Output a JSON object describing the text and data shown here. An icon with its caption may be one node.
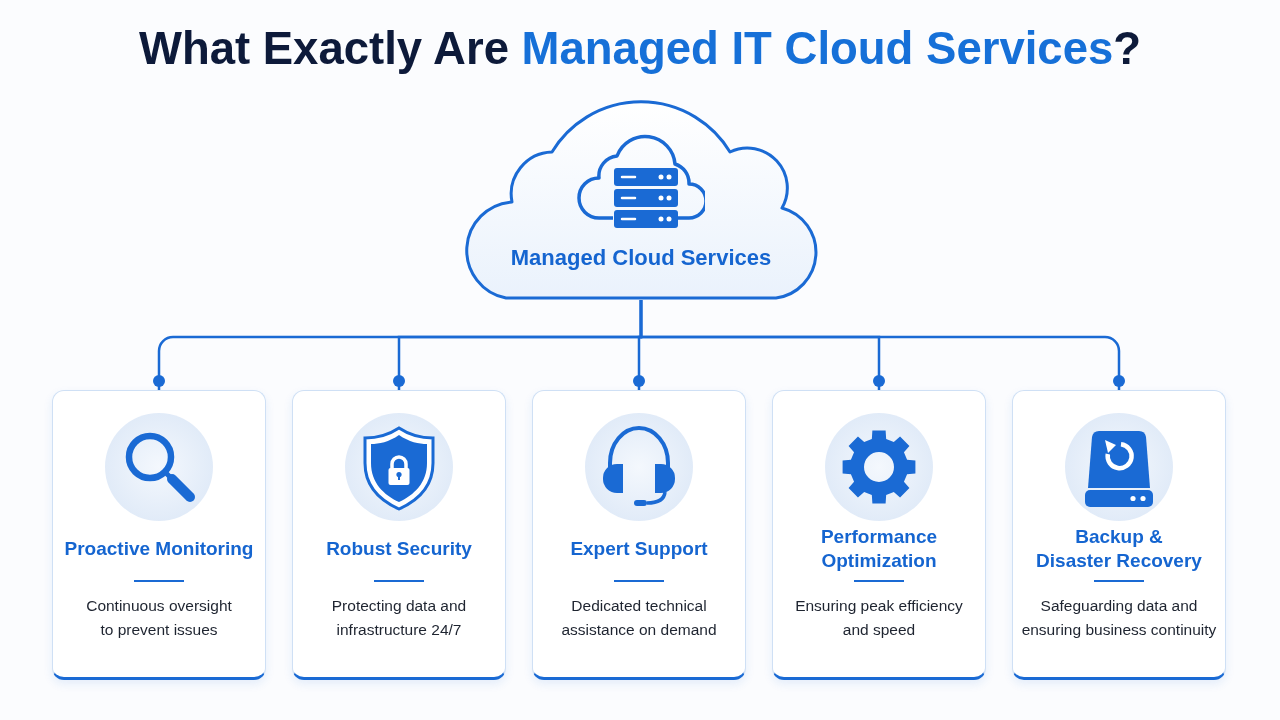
{
  "diagram": {
    "title": "What Exactly Are **Managed IT Cloud Services**?",
    "nodes": [
      {
        "text": [
          "Managed Cloud Services"
        ]
      },
      {
        "text": [
          "Proactive Monitoring",
          "Continuous oversight to prevent issues"
        ]
      },
      {
        "text": [
          "Robust Security",
          "Protecting data and infrastructure 24/7"
        ]
      },
      {
        "text": [
          "Expert Support",
          "Dedicated technical assistance on demand"
        ]
      },
      {
        "text": [
          "Performance Optimization",
          "Ensuring peak efficiency and speed"
        ]
      },
      {
        "text": [
          "Backup & Disaster Recovery",
          "Safeguarding data and ensuring business continuity"
        ]
      }
    ],
    "edges": [
      {
        "from": 0,
        "to": 1,
        "arrow": "other"
      },
      {
        "from": 0,
        "to": 2,
        "arrow": "other"
      },
      {
        "from": 0,
        "to": 3,
        "arrow": "other"
      },
      {
        "from": 0,
        "to": 4,
        "arrow": "other"
      },
      {
        "from": 0,
        "to": 5,
        "arrow": "other"
      }
    ]
  }
}
